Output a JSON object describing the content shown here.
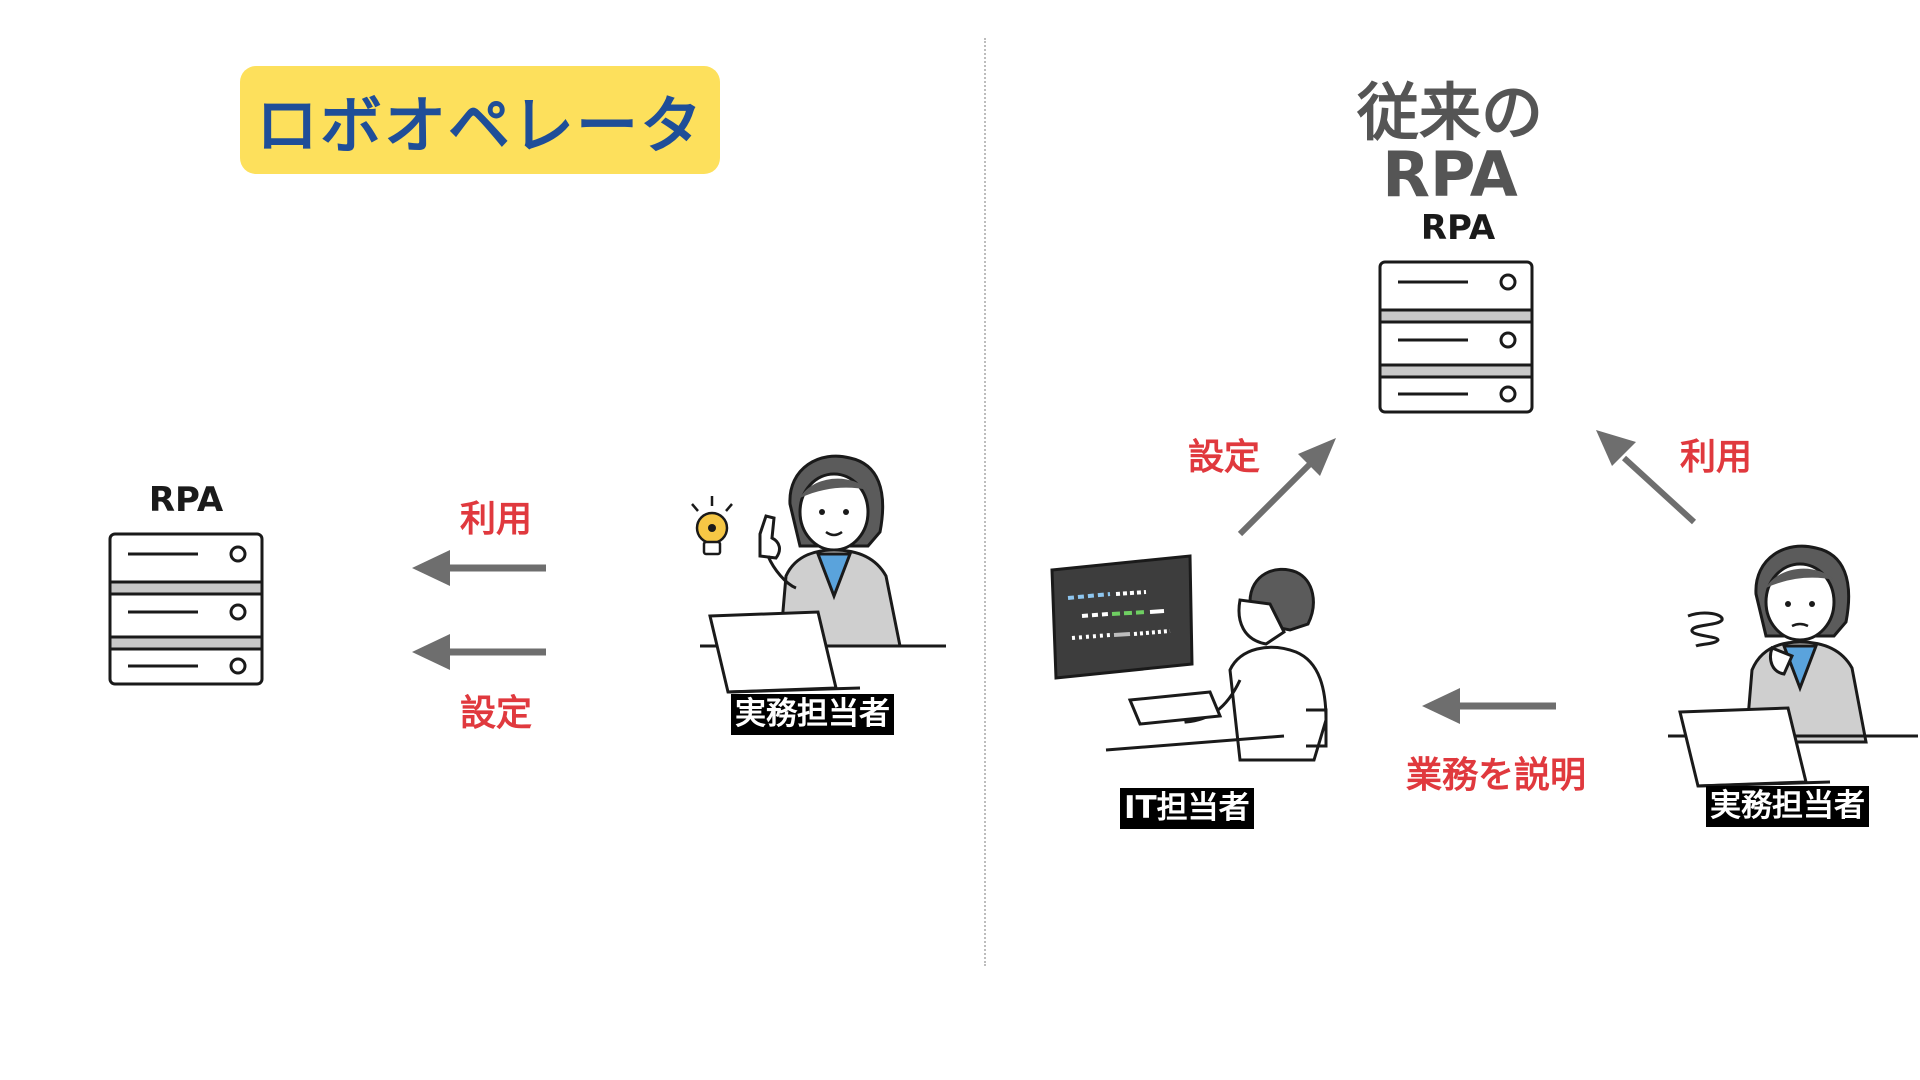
{
  "left": {
    "title": "ロボオペレータ",
    "server_label": "RPA",
    "arrow_top_label": "利用",
    "arrow_bottom_label": "設定",
    "person_label": "実務担当者"
  },
  "right": {
    "title": "従来のRPA",
    "server_label": "RPA",
    "setup_label": "設定",
    "use_label": "利用",
    "explain_label": "業務を説明",
    "it_person_label": "IT担当者",
    "worker_label": "実務担当者"
  },
  "colors": {
    "badge": "#fde05c",
    "badge_text": "#1f4e98",
    "action_text": "#e0393e",
    "arrow": "#6e6e6e",
    "server_stripe": "#c8c8c8",
    "bulb": "#f6c745",
    "shirt": "#5aa3dc",
    "jacket": "#cfcfcf",
    "hair": "#5b5b5b",
    "monitor": "#3d3d3d"
  },
  "icons": [
    "server-icon",
    "lightbulb-icon",
    "laptop-icon",
    "monitor-icon",
    "confused-swirl-icon"
  ]
}
